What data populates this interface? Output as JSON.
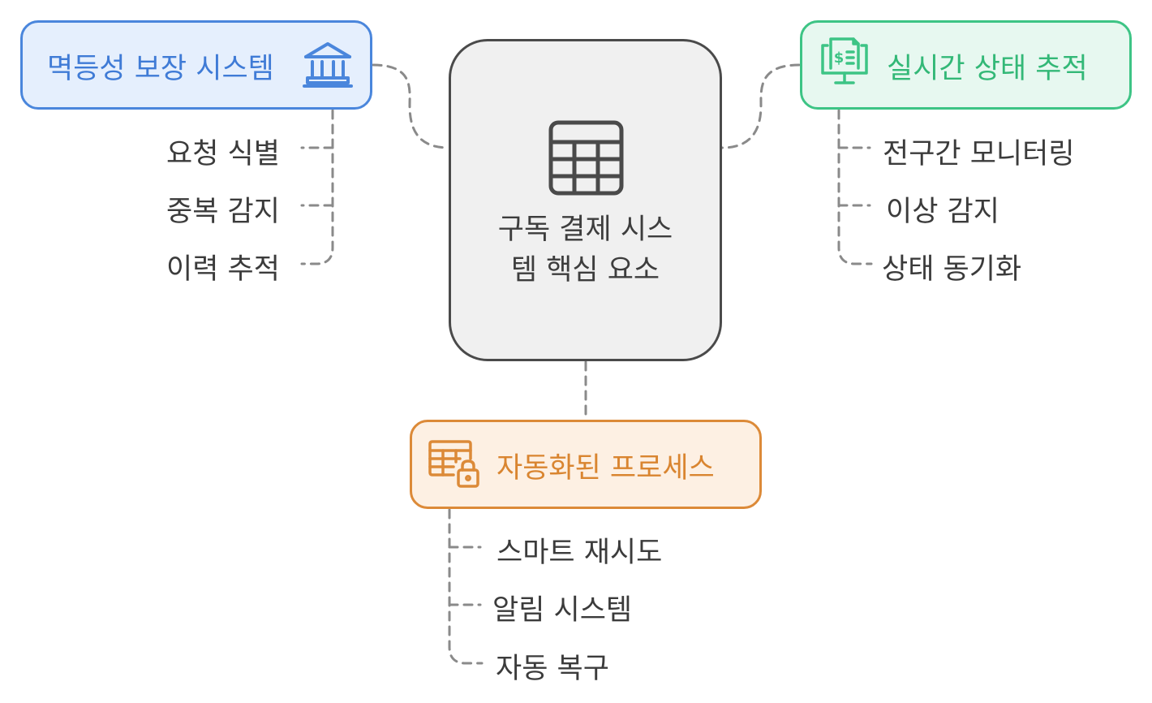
{
  "center": {
    "title_line1": "구독 결제 시스",
    "title_line2": "템 핵심 요소",
    "icon": "table-grid-icon"
  },
  "branches": {
    "idempotency": {
      "title": "멱등성 보장 시스템",
      "icon": "bank-building-icon",
      "color": "#4a86dc",
      "items": [
        "요청 식별",
        "중복 감지",
        "이력 추적"
      ]
    },
    "realtime": {
      "title": "실시간 상태 추적",
      "icon": "payment-monitor-icon",
      "color": "#3dc485",
      "items": [
        "전구간 모니터링",
        "이상 감지",
        "상태 동기화"
      ]
    },
    "automation": {
      "title": "자동화된 프로세스",
      "icon": "locked-table-icon",
      "color": "#dc8a38",
      "items": [
        "스마트 재시도",
        "알림 시스템",
        "자동 복구"
      ]
    }
  }
}
